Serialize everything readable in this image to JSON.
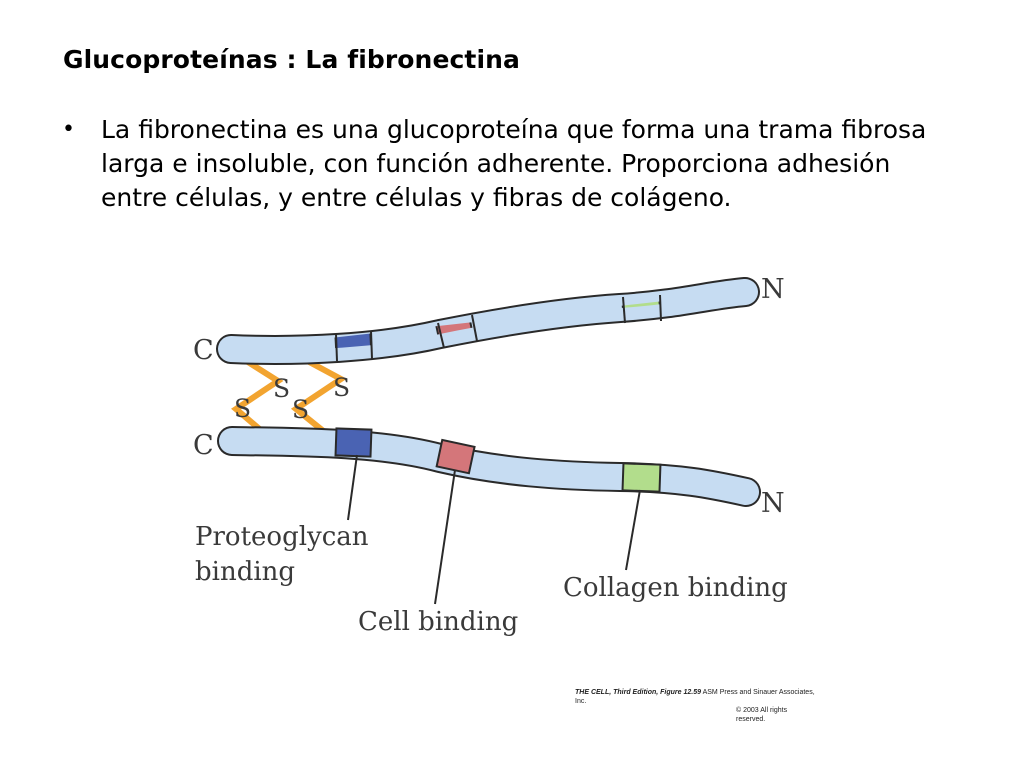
{
  "slide": {
    "title": "Glucoproteínas : La fibronectina",
    "bullet_symbol": "•",
    "bullet_text": "La fibronectina es una glucoproteína que forma una trama fibrosa larga e insoluble, con función adherente. Proporciona adhesión entre células, y entre células y fibras de colágeno."
  },
  "diagram": {
    "terminal_c": "C",
    "terminal_n": "N",
    "disulfide_label": "S",
    "labels": {
      "proteoglycan_line1": "Proteoglycan",
      "proteoglycan_line2": "binding",
      "cell_binding": "Cell binding",
      "collagen_binding": "Collagen binding"
    },
    "colors": {
      "chain": "#c6dcf2",
      "chain_outline": "#2a2a2a",
      "proteoglycan_domain": "#4a63b3",
      "cell_domain": "#d4767a",
      "collagen_domain": "#b2dd8c",
      "disulfide_bond": "#f2a430",
      "label_text": "#3a3a3a"
    }
  },
  "credit": {
    "source": "THE CELL, Third Edition, Figure 12.59",
    "publisher": "ASM Press and Sinauer Associates, Inc.",
    "copyright": "© 2003 All rights reserved."
  }
}
